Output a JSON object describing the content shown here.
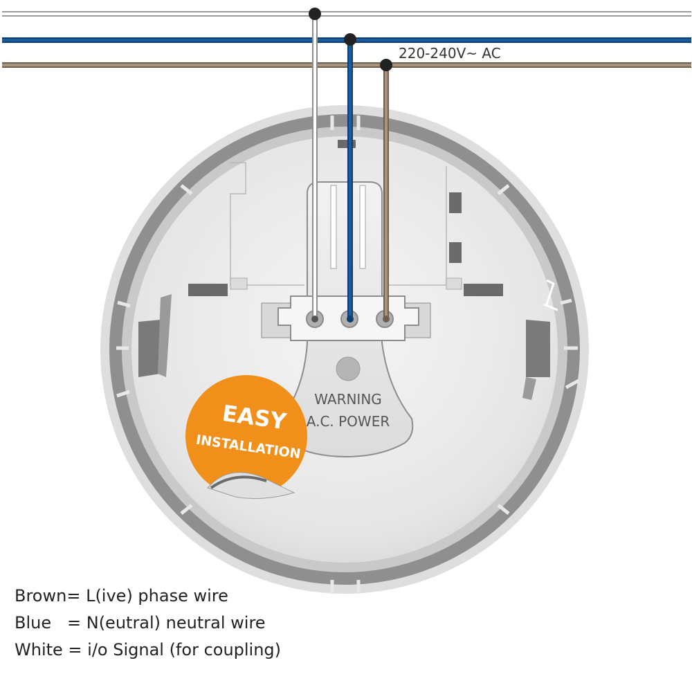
{
  "voltage_label": "220-240V~ AC",
  "warning_line1": "WARNING",
  "warning_line2": "A.C. POWER",
  "badge_line1": "EASY",
  "badge_line2": "INSTALLATION",
  "legend": {
    "brown": "Brown= L(ive) phase wire",
    "blue": "Blue   = N(eutral) neutral wire",
    "white": "White = i/o Signal (for coupling)"
  },
  "colors": {
    "white_wire": "#ffffff",
    "blue_wire": "#1a5c9c",
    "brown_wire": "#a89580",
    "badge": "#f0901a",
    "ring": "#8a8a8a"
  }
}
